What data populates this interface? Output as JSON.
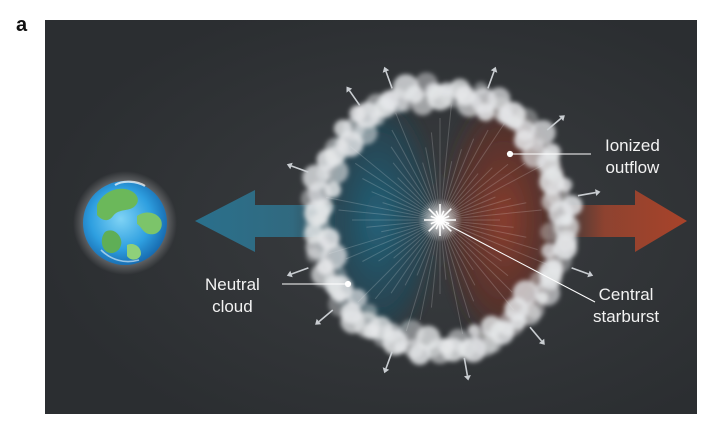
{
  "panel_label": "a",
  "labels": {
    "ionized_outflow": [
      "Ionized",
      "outflow"
    ],
    "neutral_cloud": [
      "Neutral",
      "cloud"
    ],
    "central_starburst": [
      "Central",
      "starburst"
    ]
  },
  "colors": {
    "background": "#2b2e31",
    "neutral_side": "#1f5f78",
    "ionized_side": "#8a3a2a",
    "arrow_blue": "#2f7e9c",
    "arrow_red": "#b4482c",
    "cloud": "#e8eaec",
    "starburst": "#ffffff"
  },
  "icons": {
    "observer": "earth-icon"
  }
}
